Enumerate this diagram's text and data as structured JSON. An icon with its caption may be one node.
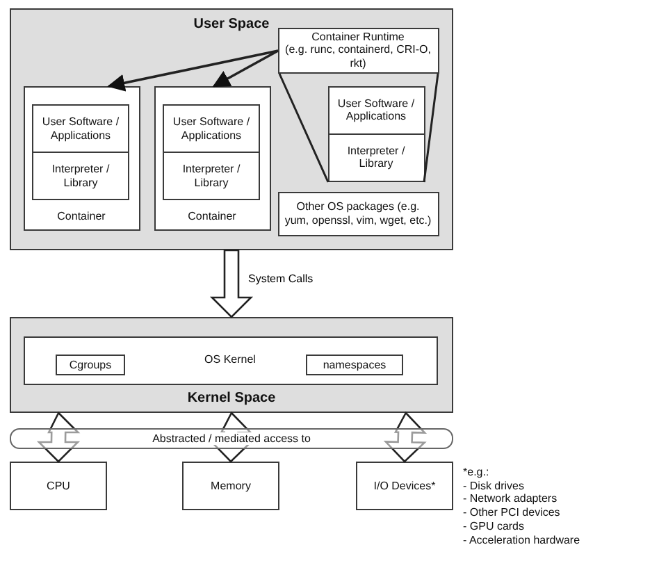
{
  "diagram": {
    "nodes": [
      {
        "text": [
          "User Space"
        ]
      },
      {
        "text": [
          "Container Runtime",
          "(e.g. runc, containerd, CRI-O, rkt)"
        ],
        "in": 0
      },
      {
        "text": [
          "Container"
        ],
        "in": 0
      },
      {
        "text": [
          "User Software / Applications"
        ],
        "in": 2
      },
      {
        "text": [
          "Interpreter / Library"
        ],
        "in": 2
      },
      {
        "text": [
          "Container"
        ],
        "in": 0
      },
      {
        "text": [
          "User Software / Applications"
        ],
        "in": 5
      },
      {
        "text": [
          "Interpreter / Library"
        ],
        "in": 5
      },
      {
        "text": [
          "User Software / Applications"
        ],
        "in": 0
      },
      {
        "text": [
          "Interpreter / Library"
        ],
        "in": 0
      },
      {
        "text": [
          "Other OS packages (e.g. yum, openssl, vim, wget, etc.)"
        ],
        "in": 0
      },
      {
        "text": [
          "Kernel Space"
        ]
      },
      {
        "text": [
          "OS Kernel"
        ],
        "in": 11
      },
      {
        "text": [
          "Cgroups"
        ],
        "in": 12
      },
      {
        "text": [
          "namespaces"
        ],
        "in": 12
      },
      {
        "text": [
          "Abstracted / mediated access to"
        ]
      },
      {
        "text": [
          "CPU"
        ]
      },
      {
        "text": [
          "Memory"
        ]
      },
      {
        "text": [
          "I/O Devices*"
        ],
        "beside": [
          "*e.g.:",
          "- Disk drives",
          "- Network adapters",
          "- Other PCI devices",
          "- GPU cards",
          "- Acceleration hardware"
        ]
      }
    ],
    "edges": [
      {
        "from": 1,
        "to": 2,
        "arrow": "to"
      },
      {
        "from": 1,
        "to": 5,
        "arrow": "to"
      },
      {
        "from": 0,
        "to": 11,
        "arrow": "to",
        "label": "System Calls",
        "style": "thick"
      },
      {
        "from": 11,
        "to": 16,
        "arrow": "both",
        "style": "thick"
      },
      {
        "from": 11,
        "to": 17,
        "arrow": "both",
        "style": "thick"
      },
      {
        "from": 11,
        "to": 18,
        "arrow": "both",
        "style": "thick"
      }
    ]
  }
}
